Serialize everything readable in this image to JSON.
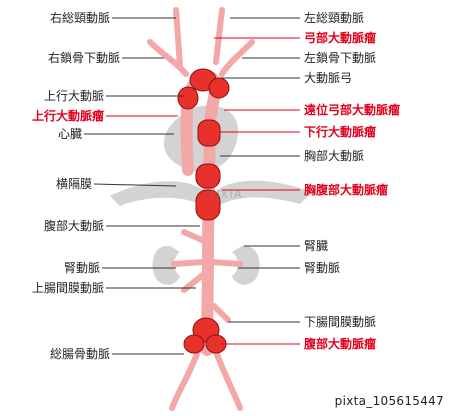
{
  "colors": {
    "vessel": "#f3a7a7",
    "vessel_stroke": "#b24a4a",
    "aneurysm": "#e8312a",
    "aneurysm_stroke": "#8c1010",
    "organ": "#d3d3d3",
    "line": "#333333",
    "red_text": "#e3001b",
    "black_text": "#222222"
  },
  "labels": {
    "right_common_carotid": "右総頸動脈",
    "left_common_carotid": "左総頸動脈",
    "arch_aneurysm": "弓部大動脈瘤",
    "right_subclavian": "右鎖骨下動脈",
    "left_subclavian": "左鎖骨下動脈",
    "aortic_arch": "大動脈弓",
    "ascending_aorta": "上行大動脈",
    "distal_arch_aneurysm": "遠位弓部大動脈瘤",
    "ascending_aneurysm": "上行大動脈瘤",
    "descending_aneurysm": "下行大動脈瘤",
    "heart": "心臓",
    "thoracic_aorta": "胸部大動脈",
    "diaphragm": "横隔膜",
    "thoracoabdominal_aneurysm": "胸腹部大動脈瘤",
    "abdominal_aorta": "腹部大動脈",
    "kidney": "腎臓",
    "renal_artery_left": "腎動脈",
    "renal_artery_right": "腎動脈",
    "superior_mesenteric": "上腸間膜動脈",
    "inferior_mesenteric": "下腸間膜動脈",
    "abdominal_aneurysm": "腹部大動脈瘤",
    "common_iliac": "総腸骨動脈"
  },
  "watermark": "PIXTA",
  "stock_id": "pixta_105615447"
}
